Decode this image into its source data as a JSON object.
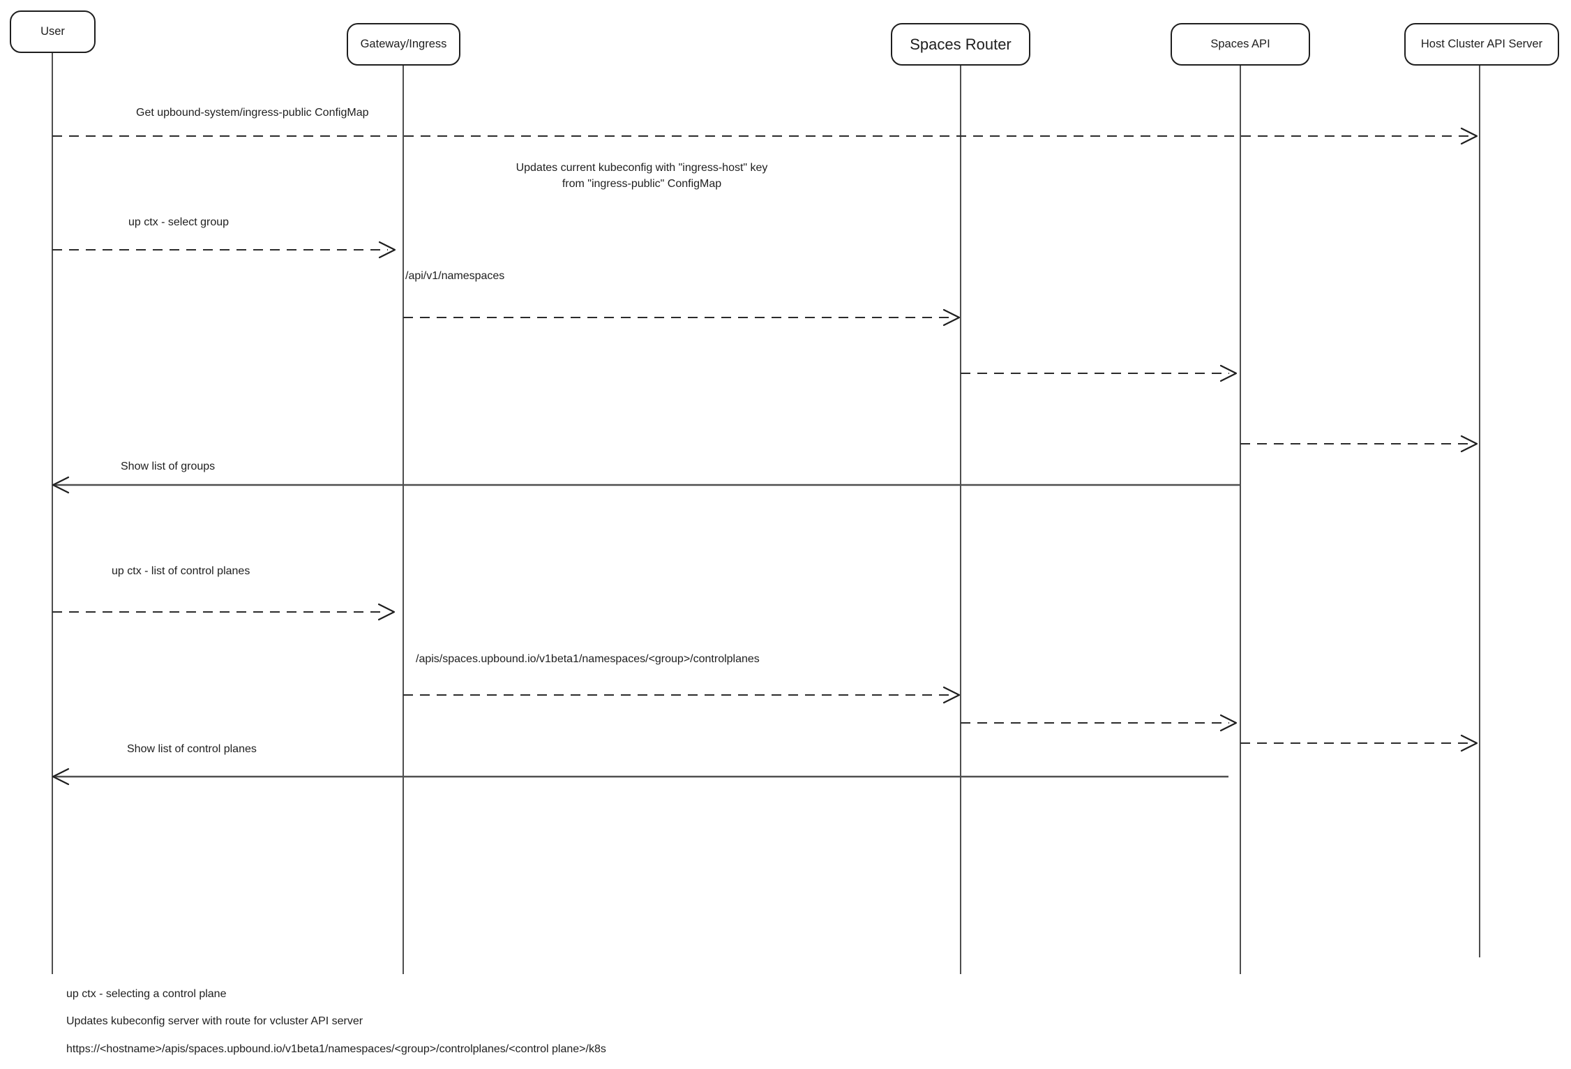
{
  "diagram": {
    "type": "sequence-diagram",
    "colors": {
      "stroke": "#1e1e1e",
      "background": "#ffffff"
    },
    "actors": [
      {
        "name": "User"
      },
      {
        "name": "Gateway/Ingress"
      },
      {
        "name": "Spaces Router"
      },
      {
        "name": "Spaces API"
      },
      {
        "name": "Host Cluster API Server"
      }
    ],
    "messages": [
      {
        "id": "m1",
        "label": "Get upbound-system/ingress-public ConfigMap",
        "from": "User",
        "to": "Host Cluster API Server",
        "line": "dashed"
      },
      {
        "id": "note1",
        "type": "note",
        "label_line1": "Updates current kubeconfig with \"ingress-host\" key",
        "label_line2": "from \"ingress-public\" ConfigMap"
      },
      {
        "id": "m2",
        "label": "up ctx - select group",
        "from": "User",
        "to": "Gateway/Ingress",
        "line": "dashed"
      },
      {
        "id": "m3",
        "label": "/api/v1/namespaces",
        "from": "Gateway/Ingress",
        "to": "Spaces Router",
        "line": "dashed"
      },
      {
        "id": "m4",
        "label": "",
        "from": "Spaces Router",
        "to": "Spaces API",
        "line": "dashed"
      },
      {
        "id": "m5",
        "label": "",
        "from": "Spaces API",
        "to": "Host Cluster API Server",
        "line": "dashed"
      },
      {
        "id": "m6",
        "label": "Show list of groups",
        "from": "Spaces API",
        "to": "User",
        "line": "solid"
      },
      {
        "id": "m7",
        "label": "up ctx - list of control planes",
        "from": "User",
        "to": "Gateway/Ingress",
        "line": "dashed"
      },
      {
        "id": "m8",
        "label": "/apis/spaces.upbound.io/v1beta1/namespaces/<group>/controlplanes",
        "from": "Gateway/Ingress",
        "to": "Spaces Router",
        "line": "dashed"
      },
      {
        "id": "m9",
        "label": "",
        "from": "Spaces Router",
        "to": "Spaces API",
        "line": "dashed"
      },
      {
        "id": "m10",
        "label": "",
        "from": "Spaces API",
        "to": "Host Cluster API Server",
        "line": "dashed"
      },
      {
        "id": "m11",
        "label": "Show list of control planes",
        "from": "Spaces API",
        "to": "User",
        "line": "solid"
      }
    ],
    "footnotes": [
      "up ctx - selecting a control plane",
      "Updates kubeconfig server with route for vcluster API server",
      "https://<hostname>/apis/spaces.upbound.io/v1beta1/namespaces/<group>/controlplanes/<control plane>/k8s"
    ]
  }
}
